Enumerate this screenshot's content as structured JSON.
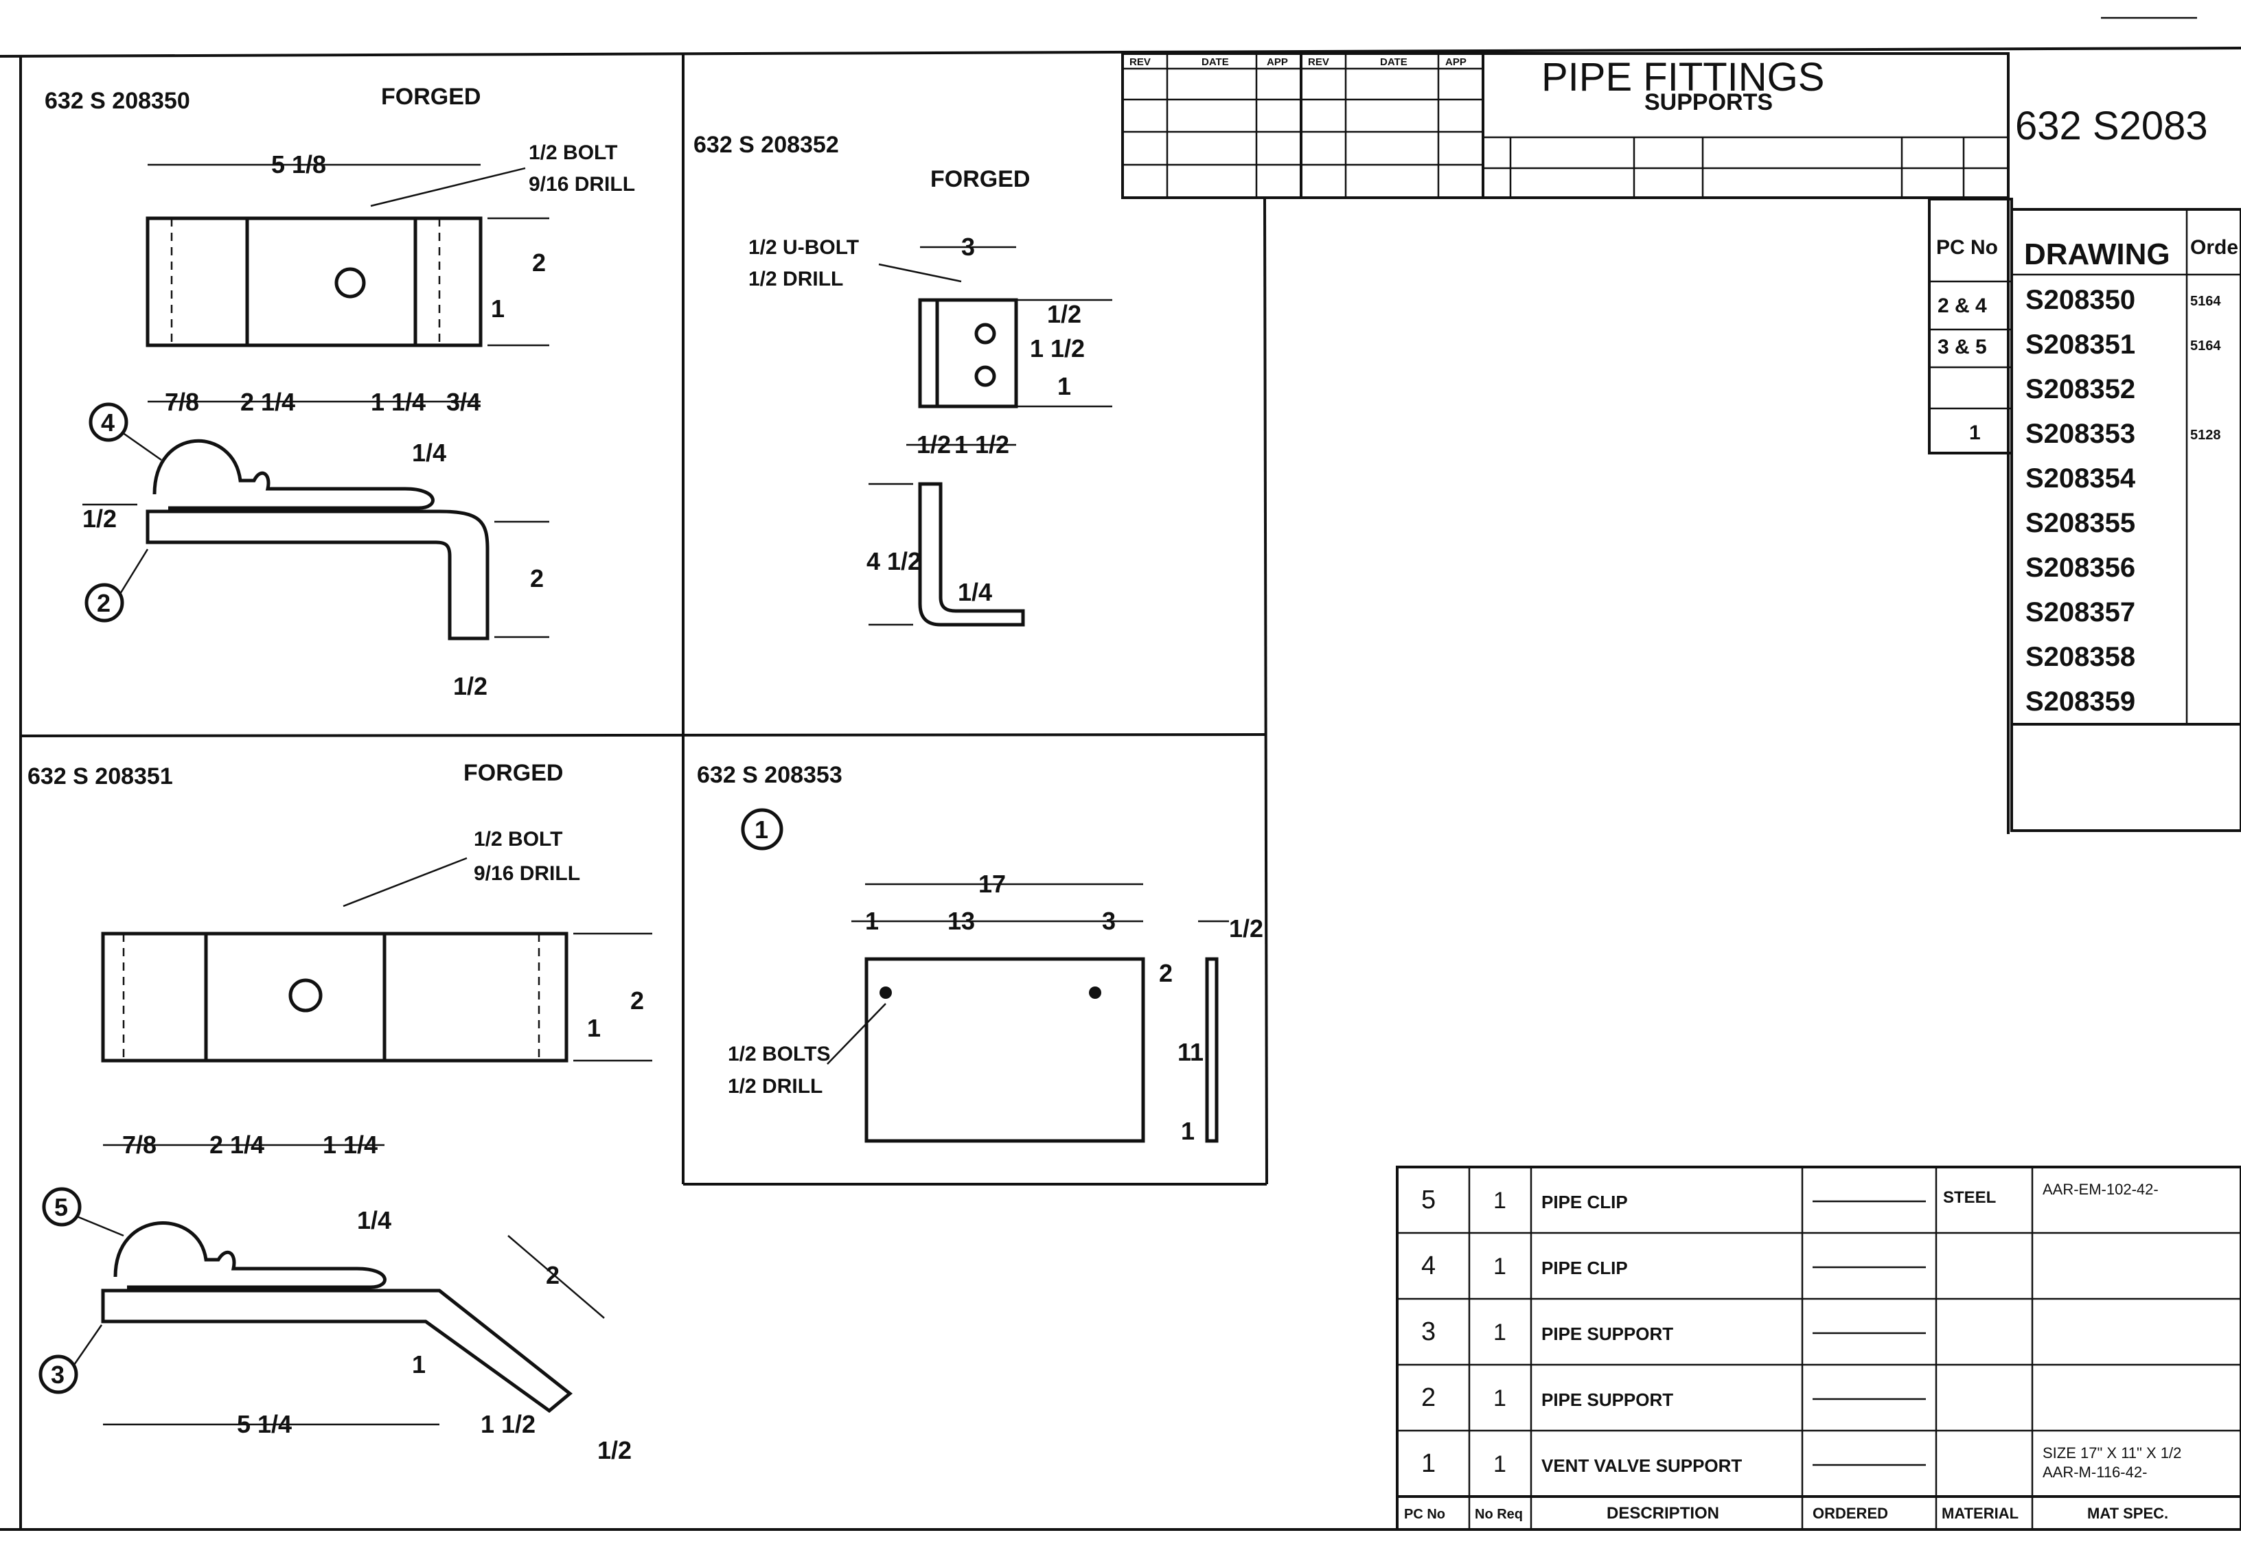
{
  "title_block": {
    "title": "PIPE FITTINGS",
    "subtitle": "SUPPORTS",
    "drawing_number": "632 S2083"
  },
  "views": {
    "v208350": {
      "number": "632 S 208350",
      "process": "FORGED",
      "bolt": "1/2 BOLT",
      "drill": "9/16 DRILL",
      "dims": [
        "5 1/8",
        "2",
        "1",
        "7/8",
        "2 1/4",
        "1 1/4",
        "3/4",
        "1/4",
        "1/2",
        "2",
        "1/2"
      ],
      "pieces": [
        "4",
        "2"
      ]
    },
    "v208352": {
      "number": "632 S 208352",
      "process": "FORGED",
      "bolt": "1/2 U-BOLT",
      "drill": "1/2 DRILL",
      "dims": [
        "3",
        "1/2",
        "1 1/2",
        "1",
        "4 1/2",
        "1/4"
      ]
    },
    "v208351": {
      "number": "632 S 208351",
      "process": "FORGED",
      "bolt": "1/2 BOLT",
      "drill": "9/16 DRILL",
      "dims": [
        "2",
        "1",
        "7/8",
        "2 1/4",
        "1 1/4",
        "1/4",
        "2",
        "1",
        "5 1/4",
        "1 1/2",
        "1/2"
      ],
      "pieces": [
        "5",
        "3"
      ]
    },
    "v208353": {
      "number": "632 S 208353",
      "piece": "1",
      "bolt": "1/2 BOLTS",
      "drill": "1/2 DRILL",
      "dims": [
        "17",
        "1",
        "13",
        "3",
        "1/2",
        "2",
        "11",
        "1"
      ]
    }
  },
  "drawing_index": {
    "header_pc": "PC No",
    "header_drawing": "DRAWING",
    "header_order": "Order",
    "pc_numbers": [
      "2 & 4",
      "3 & 5",
      "",
      "1"
    ],
    "numbers": [
      "S208350",
      "S208351",
      "S208352",
      "S208353",
      "S208354",
      "S208355",
      "S208356",
      "S208357",
      "S208358",
      "S208359"
    ],
    "order_refs": [
      "5164",
      "5164",
      "",
      "5128"
    ]
  },
  "bill_of_materials": {
    "rows": [
      {
        "pc": "5",
        "qty": "1",
        "description": "PIPE CLIP",
        "ordered": "",
        "material": "STEEL",
        "spec": "AAR-EM-102-42-"
      },
      {
        "pc": "4",
        "qty": "1",
        "description": "PIPE CLIP",
        "ordered": "",
        "material": "",
        "spec": ""
      },
      {
        "pc": "3",
        "qty": "1",
        "description": "PIPE SUPPORT",
        "ordered": "",
        "material": "",
        "spec": ""
      },
      {
        "pc": "2",
        "qty": "1",
        "description": "PIPE SUPPORT",
        "ordered": "",
        "material": "",
        "spec": ""
      },
      {
        "pc": "1",
        "qty": "1",
        "description": "VENT VALVE SUPPORT",
        "ordered": "",
        "material": "",
        "spec": "SIZE 17\" X 11\" X 1/2 / AAR-M-116-42-"
      }
    ],
    "headers": {
      "pc": "PC No",
      "qty": "No Req",
      "description": "DESCRIPTION",
      "ordered": "ORDERED",
      "material": "MATERIAL",
      "spec": "MAT SPEC."
    }
  },
  "revision_block": {
    "columns": [
      "REV",
      "DATE",
      "APP",
      "REV",
      "DATE",
      "APP"
    ]
  }
}
